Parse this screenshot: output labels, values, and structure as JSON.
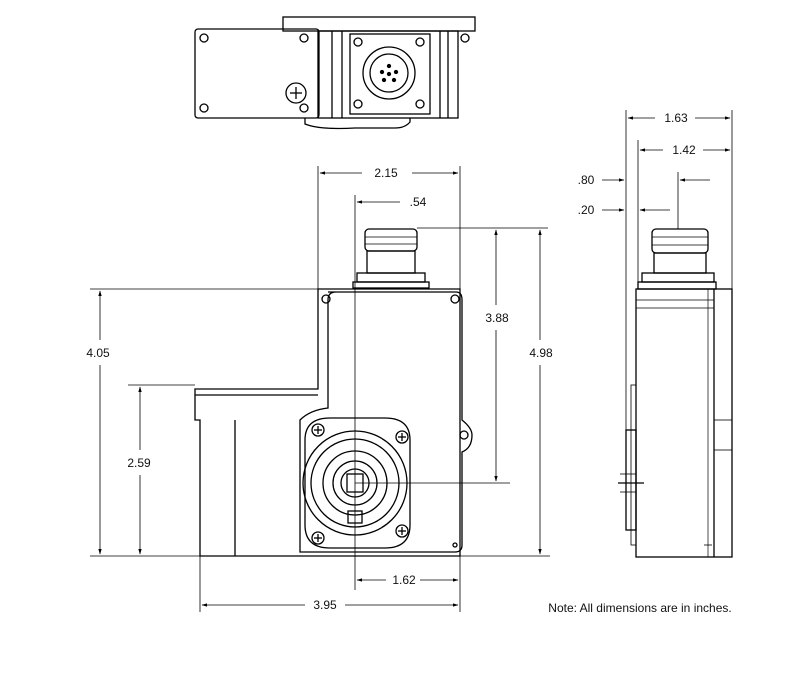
{
  "dimensions": {
    "width_top": "2.15",
    "shaft_offset": ".54",
    "height_left": "4.05",
    "height_connector": "3.88",
    "height_total": "4.98",
    "height_lower": "2.59",
    "shaft_to_right": "1.62",
    "width_total": "3.95",
    "side_width": "1.63",
    "side_width_inner": "1.42",
    "side_offset_80": ".80",
    "side_offset_20": ".20"
  },
  "note": "Note: All dimensions are in inches."
}
